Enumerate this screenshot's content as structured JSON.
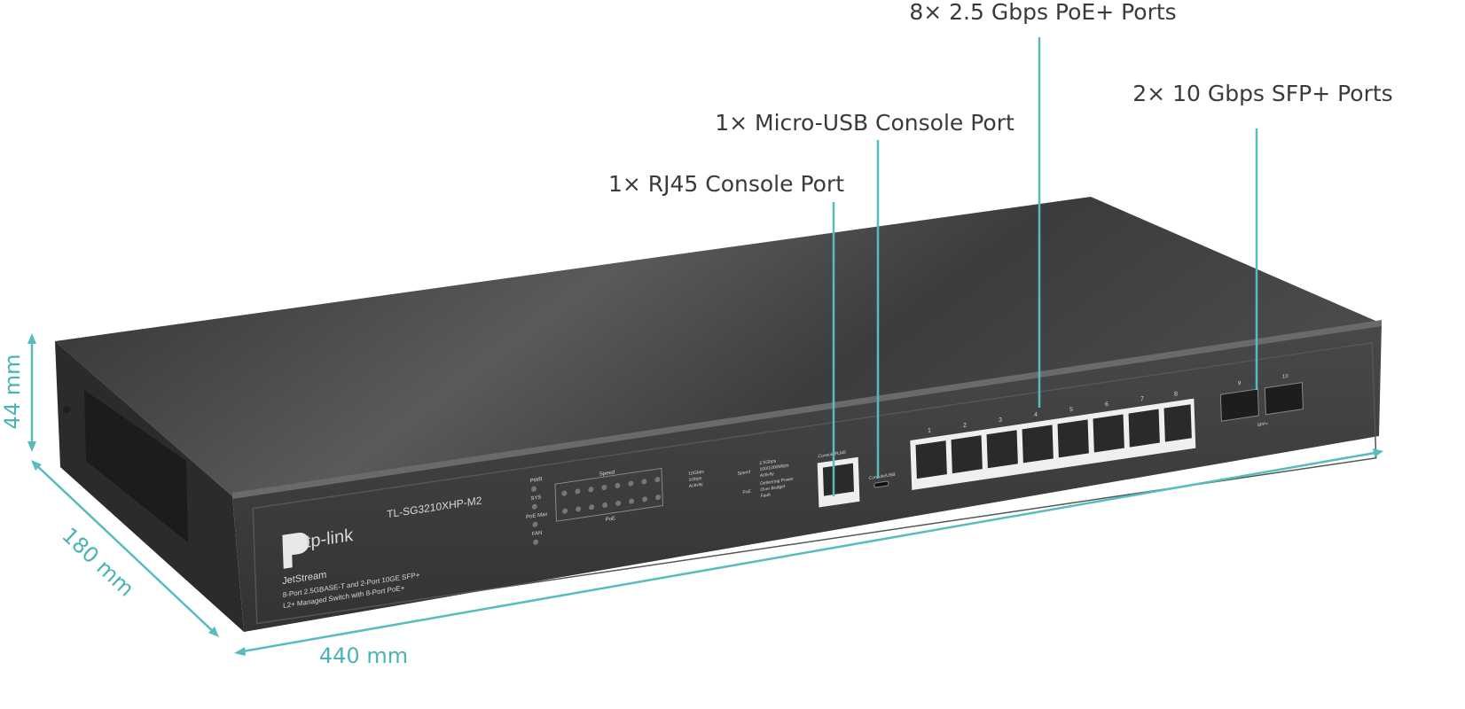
{
  "callouts": {
    "poe_ports": "8× 2.5 Gbps PoE+ Ports",
    "sfp_ports": "2× 10 Gbps SFP+ Ports",
    "usb_console": "1× Micro-USB Console Port",
    "rj45_console": "1× RJ45 Console Port"
  },
  "dimensions": {
    "height": "44 mm",
    "depth": "180 mm",
    "width": "440 mm"
  },
  "device": {
    "brand": "tp-link",
    "model": "TL-SG3210XHP-M2",
    "series": "JetStream",
    "description_line1": "8-Port 2.5GBASE-T and 2-Port 10GE SFP+",
    "description_line2": "L2+ Managed Switch with 8-Port PoE+",
    "status_leds": [
      "PWR",
      "SYS",
      "PoE Max",
      "FAN"
    ],
    "led_group_speed": "Speed",
    "led_group_poe": "PoE",
    "sfp_led_legend": [
      "10Gbps",
      "1Gbps",
      "Activity"
    ],
    "speed_legend": [
      "2.5Gbps",
      "100/1000Mbps",
      "Activity"
    ],
    "poe_legend": [
      "Delivering Power",
      "Over Budget",
      "Fault"
    ],
    "console_rj45_label": "Console/RJ45",
    "console_usb_label": "Console/USB",
    "port_numbers": [
      "1",
      "2",
      "3",
      "4",
      "5",
      "6",
      "7",
      "8"
    ],
    "sfp_numbers": [
      "9",
      "10"
    ],
    "sfp_group_label": "SFP+"
  },
  "colors": {
    "accent": "#56bcc0",
    "chassis": "#3b3b3d",
    "text": "#3a3a3a"
  }
}
